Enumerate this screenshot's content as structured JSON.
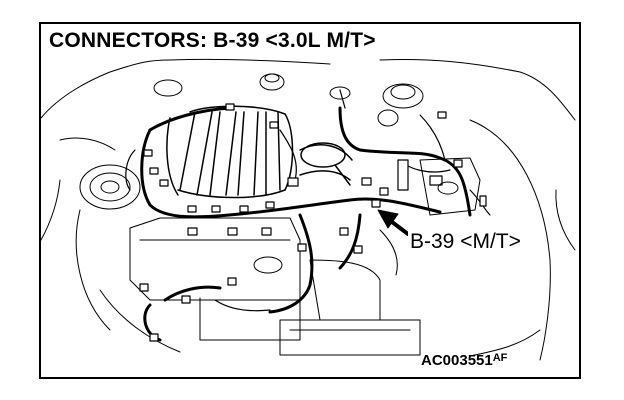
{
  "title": "CONNECTORS: B-39 <3.0L M/T>",
  "callout": {
    "label": "B-39 <M/T>"
  },
  "figure_id": {
    "main": "AC003551",
    "suffix": "AF"
  }
}
